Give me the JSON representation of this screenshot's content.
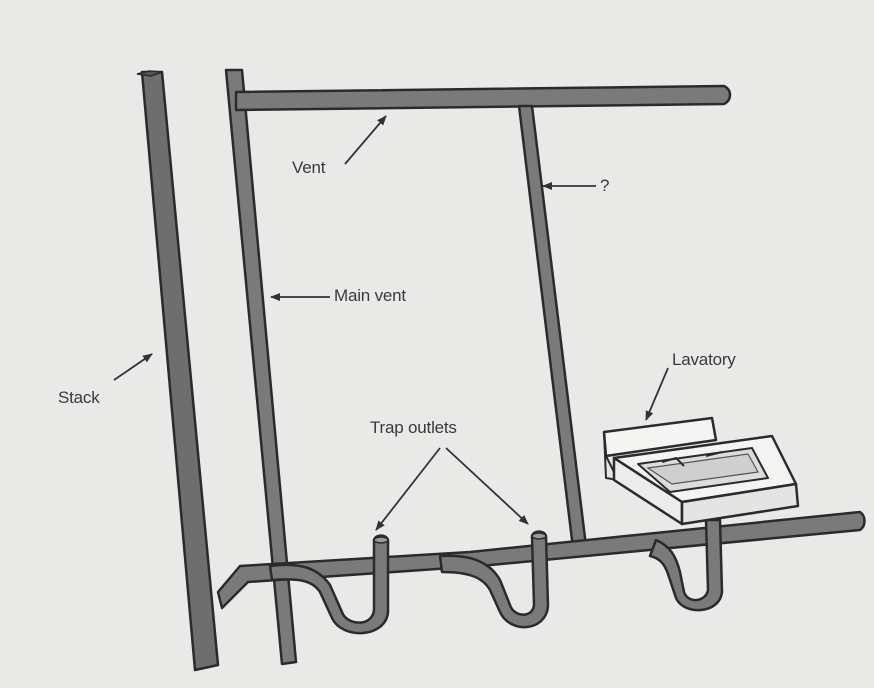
{
  "diagram": {
    "labels": {
      "vent": "Vent",
      "unknown": "?",
      "main_vent": "Main vent",
      "stack": "Stack",
      "lavatory": "Lavatory",
      "trap_outlets": "Trap outlets"
    },
    "colors": {
      "background": "#e9e9e7",
      "pipe_fill": "#777777",
      "pipe_outline": "#2b2b2b",
      "fixture_fill": "#f4f4f2",
      "text": "#3a3a3a"
    }
  }
}
